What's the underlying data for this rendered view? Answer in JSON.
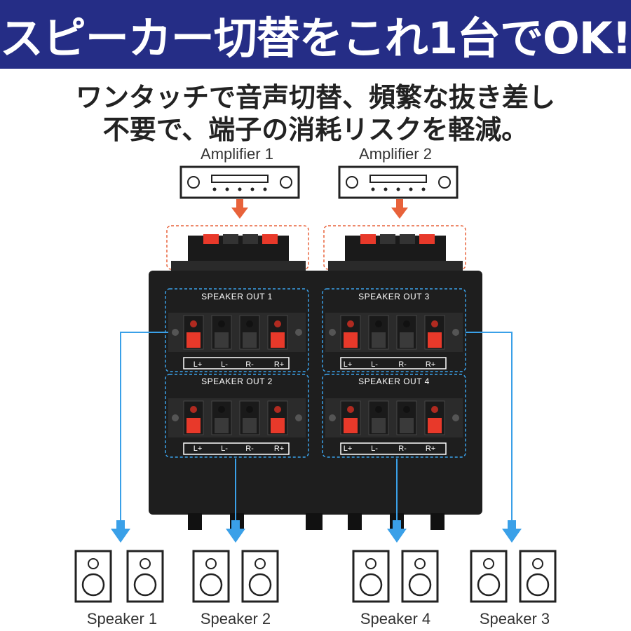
{
  "header": {
    "title": "スピーカー切替をこれ1台でOK!",
    "subtitle_line1": "ワンタッチで音声切替、頻繁な抜き差し",
    "subtitle_line2": "不要で、端子の消耗リスクを軽減。"
  },
  "amplifiers": [
    {
      "label": "Amplifier 1"
    },
    {
      "label": "Amplifier 2"
    }
  ],
  "outputs": [
    {
      "label": "SPEAKER OUT 1",
      "terminals": [
        "L+",
        "L-",
        "R-",
        "R+"
      ]
    },
    {
      "label": "SPEAKER OUT 2",
      "terminals": [
        "L+",
        "L-",
        "R-",
        "R+"
      ]
    },
    {
      "label": "SPEAKER OUT 3",
      "terminals": [
        "L+",
        "L-",
        "R-",
        "R+"
      ]
    },
    {
      "label": "SPEAKER OUT 4",
      "terminals": [
        "L+",
        "L-",
        "R-",
        "R+"
      ]
    }
  ],
  "speakers": [
    {
      "label": "Speaker 1"
    },
    {
      "label": "Speaker 2"
    },
    {
      "label": "Speaker 4"
    },
    {
      "label": "Speaker 3"
    }
  ],
  "colors": {
    "banner": "#252d86",
    "arrow_orange": "#e8623a",
    "arrow_blue": "#3aa0e8",
    "device": "#1e1e1e",
    "terminal_red": "#e8392a"
  }
}
